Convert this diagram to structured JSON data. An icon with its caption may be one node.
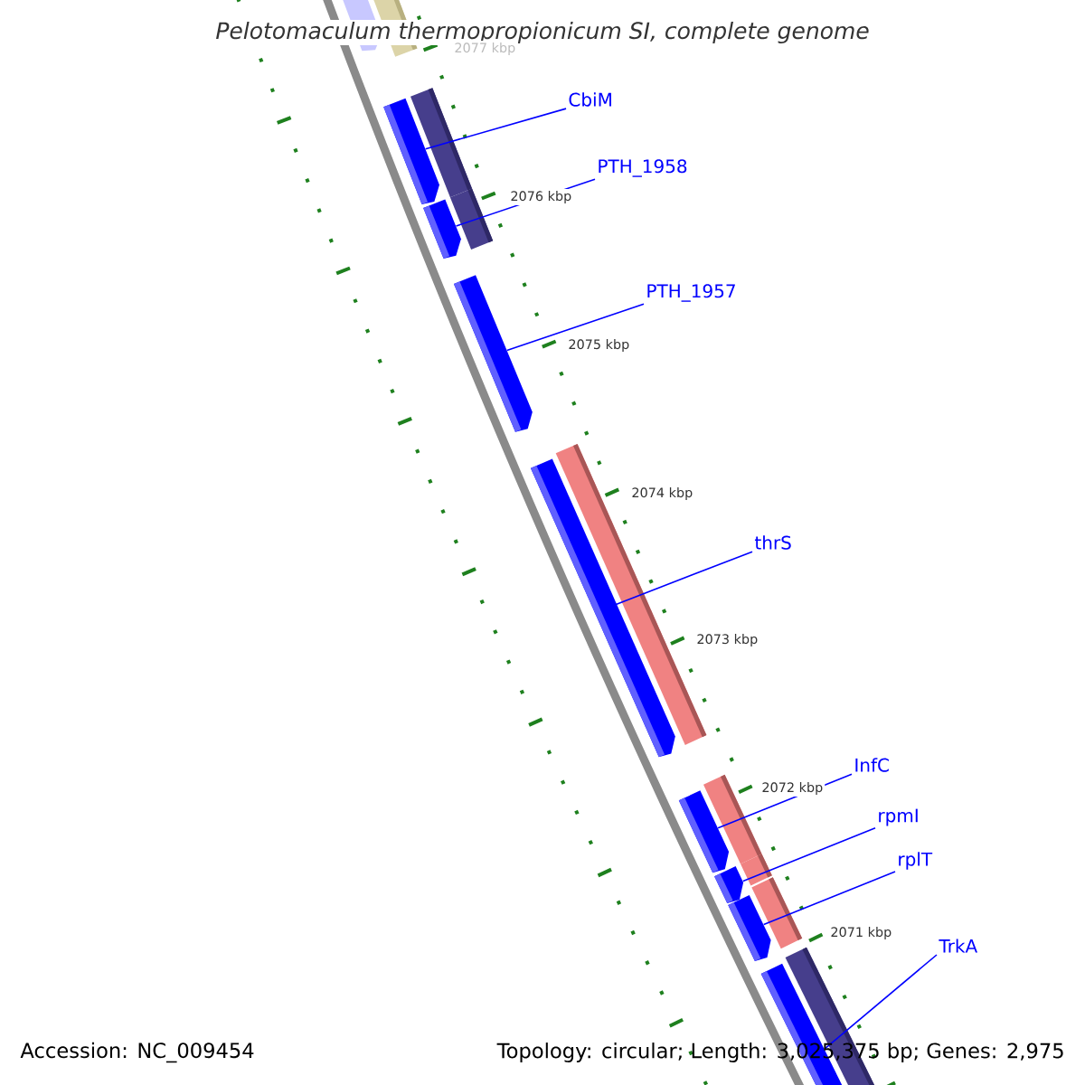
{
  "diagram": {
    "title": "Pelotomaculum thermopropionicum SI, complete genome",
    "nodes": [
      {
        "text": [],
        "shape": "box"
      },
      {
        "text": [],
        "shape": "box"
      },
      {
        "text": [],
        "shape": "box"
      },
      {
        "text": [],
        "shape": "box"
      },
      {
        "text": [],
        "shape": "box"
      },
      {
        "text": [],
        "shape": "box"
      },
      {
        "text": [],
        "shape": "box"
      },
      {
        "text": [],
        "shape": "box"
      },
      {
        "text": [
          "CbiM"
        ]
      },
      {
        "text": [
          "PTH_1958"
        ]
      },
      {
        "text": [
          "PTH_1957"
        ]
      },
      {
        "text": [
          "thrS"
        ]
      },
      {
        "text": [
          "InfC"
        ]
      },
      {
        "text": [
          "rpmI"
        ]
      },
      {
        "text": [
          "rplT"
        ]
      },
      {
        "text": [
          "TrkA"
        ]
      }
    ],
    "edges": [
      {
        "from": 8,
        "to": 0,
        "arrow": "none"
      },
      {
        "from": 9,
        "to": 1,
        "arrow": "none"
      },
      {
        "from": 10,
        "to": 2,
        "arrow": "none"
      },
      {
        "from": 11,
        "to": 3,
        "arrow": "none"
      },
      {
        "from": 12,
        "to": 4,
        "arrow": "none"
      },
      {
        "from": 13,
        "to": 5,
        "arrow": "none"
      },
      {
        "from": 14,
        "to": 6,
        "arrow": "none"
      },
      {
        "from": 15,
        "to": 7,
        "arrow": "none"
      }
    ],
    "labels": [
      "2077 kbp",
      "2076 kbp",
      "2075 kbp",
      "2074 kbp",
      "2073 kbp",
      "2072 kbp",
      "2071 kbp",
      "Accession: NC_009454",
      "Topology: circular; Length: 3,025,375 bp; Genes: 2,975"
    ]
  }
}
